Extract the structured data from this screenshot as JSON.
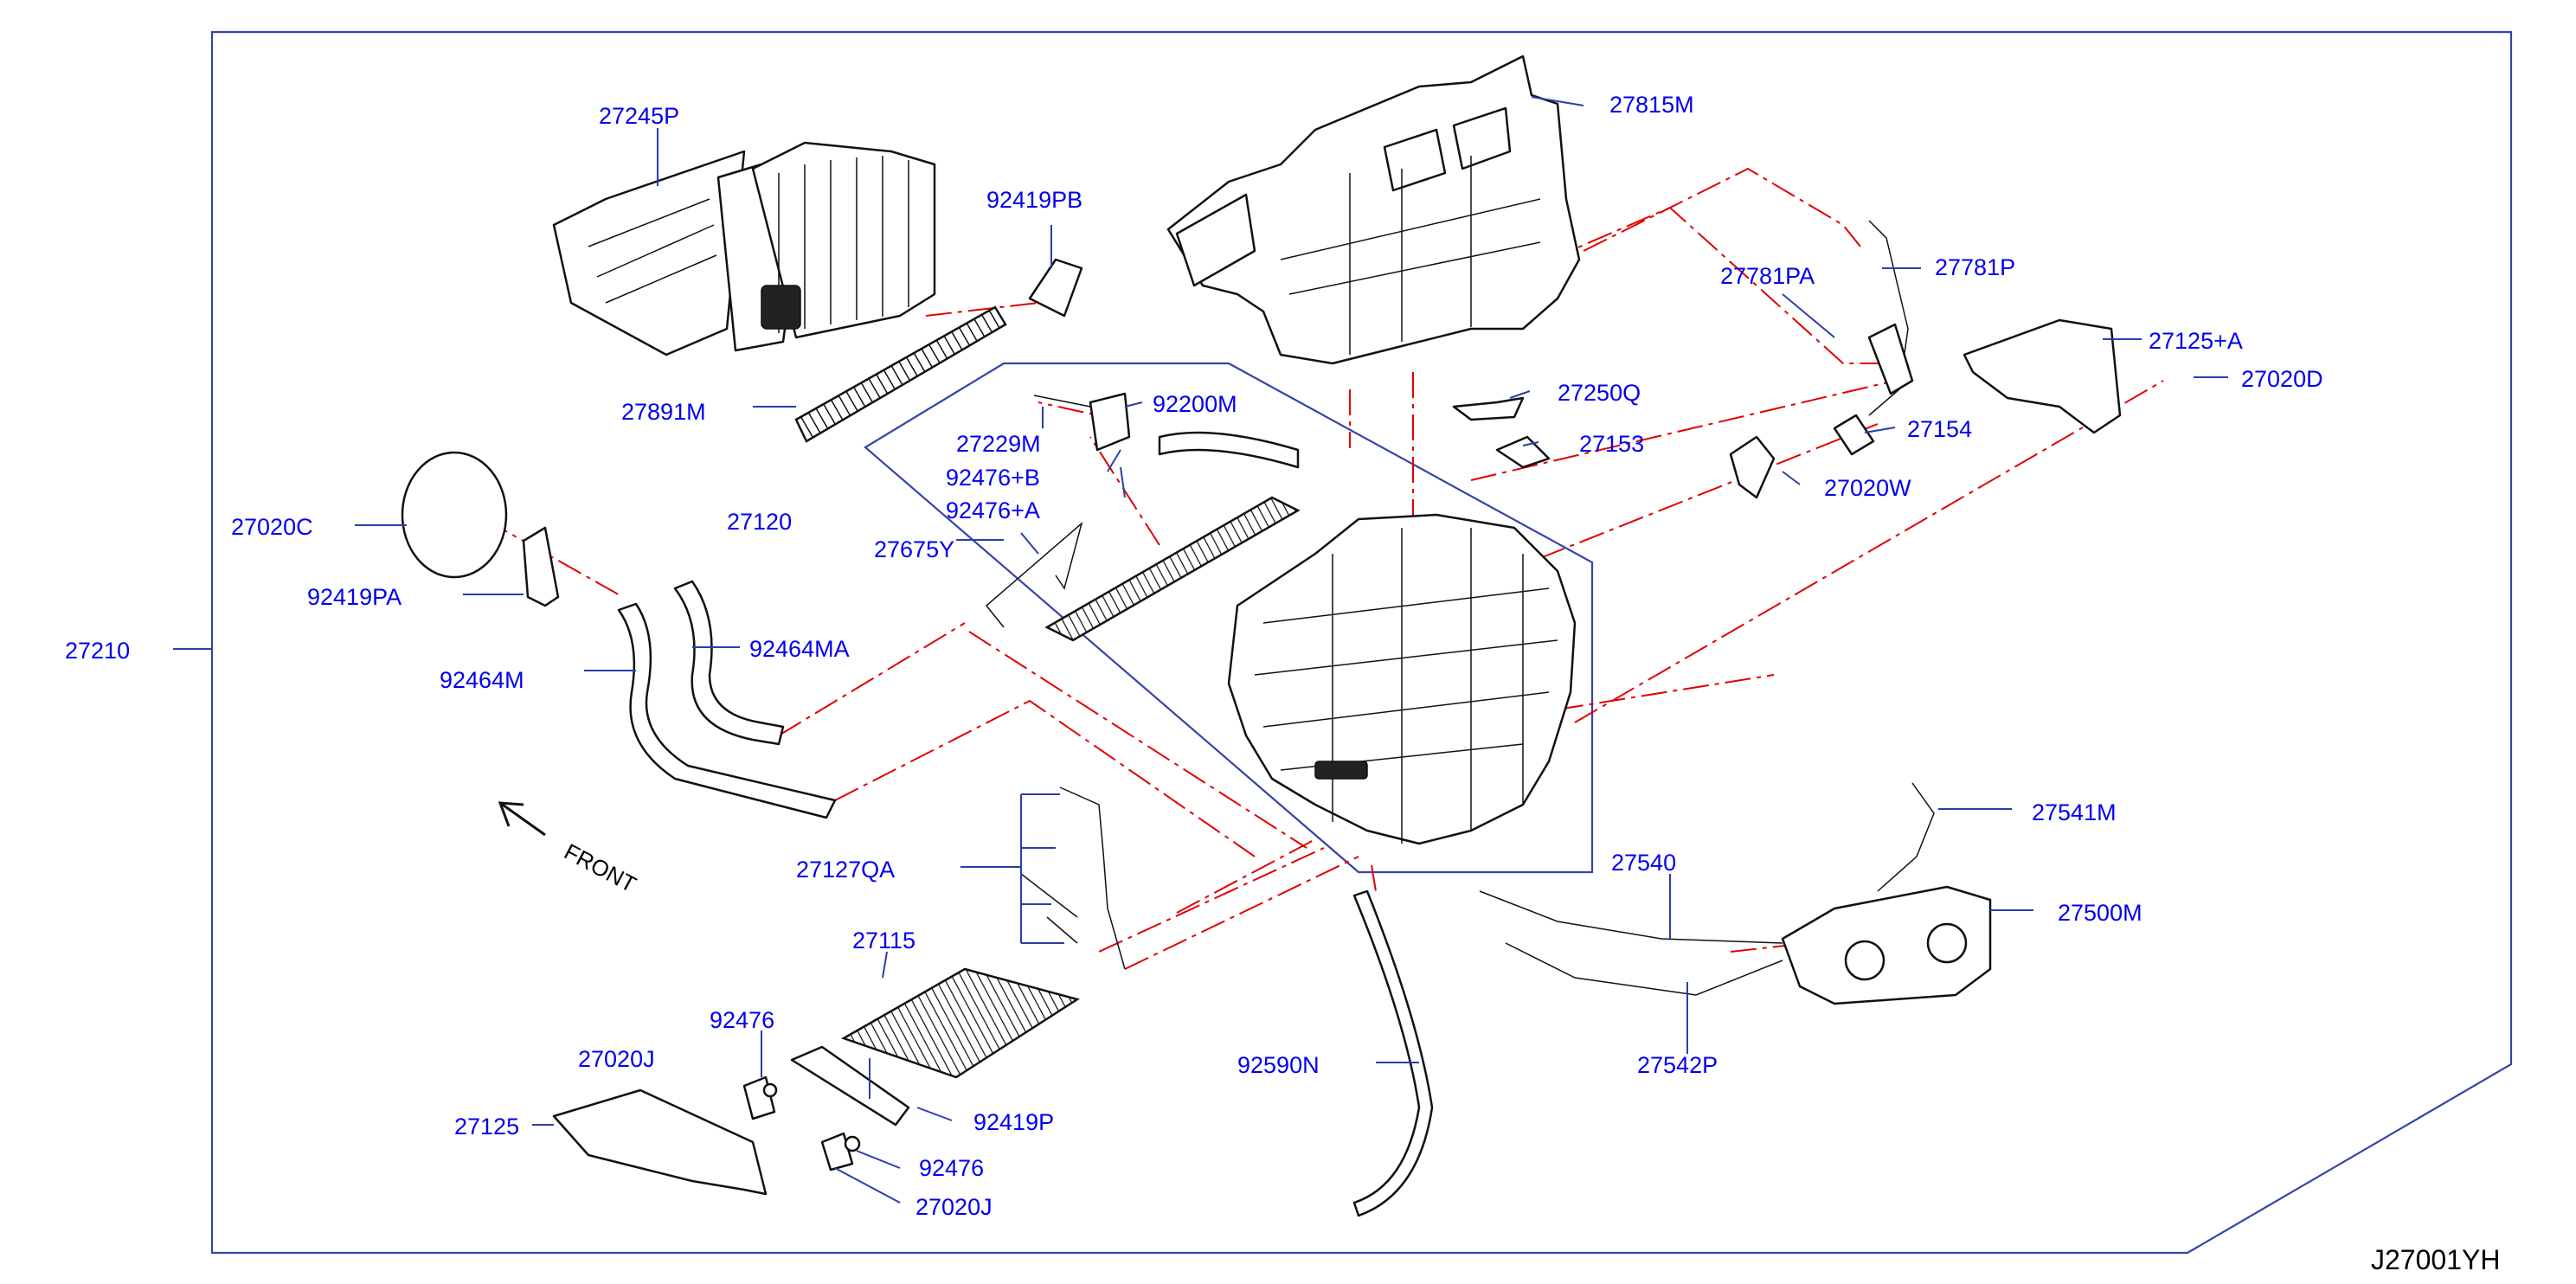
{
  "diagram": {
    "figure_code": "J27001YH",
    "front_label": "FRONT",
    "colors": {
      "label": "#0000ee",
      "leader": "#2a3eaa",
      "centerline": "#e00000",
      "part_stroke": "#111111"
    },
    "part_labels": [
      {
        "id": "27245P",
        "text": "27245P"
      },
      {
        "id": "92419PB",
        "text": "92419PB"
      },
      {
        "id": "27815M",
        "text": "27815M"
      },
      {
        "id": "27781P",
        "text": "27781P"
      },
      {
        "id": "27781PA",
        "text": "27781PA"
      },
      {
        "id": "27125_A",
        "text": "27125+A"
      },
      {
        "id": "27020D",
        "text": "27020D"
      },
      {
        "id": "27891M",
        "text": "27891M"
      },
      {
        "id": "92200M",
        "text": "92200M"
      },
      {
        "id": "27229M",
        "text": "27229M"
      },
      {
        "id": "27250Q",
        "text": "27250Q"
      },
      {
        "id": "27153",
        "text": "27153"
      },
      {
        "id": "27154",
        "text": "27154"
      },
      {
        "id": "92476_B",
        "text": "92476+B"
      },
      {
        "id": "92476_A",
        "text": "92476+A"
      },
      {
        "id": "27020W",
        "text": "27020W"
      },
      {
        "id": "27020C",
        "text": "27020C"
      },
      {
        "id": "27120",
        "text": "27120"
      },
      {
        "id": "27675Y",
        "text": "27675Y"
      },
      {
        "id": "92419PA",
        "text": "92419PA"
      },
      {
        "id": "27210",
        "text": "27210"
      },
      {
        "id": "92464MA",
        "text": "92464MA"
      },
      {
        "id": "92464M",
        "text": "92464M"
      },
      {
        "id": "27541M",
        "text": "27541M"
      },
      {
        "id": "27127QA",
        "text": "27127QA"
      },
      {
        "id": "27540",
        "text": "27540"
      },
      {
        "id": "27500M",
        "text": "27500M"
      },
      {
        "id": "27115",
        "text": "27115"
      },
      {
        "id": "92476_top",
        "text": "92476"
      },
      {
        "id": "27020J_top",
        "text": "27020J"
      },
      {
        "id": "92590N",
        "text": "92590N"
      },
      {
        "id": "27542P",
        "text": "27542P"
      },
      {
        "id": "27125",
        "text": "27125"
      },
      {
        "id": "92419P",
        "text": "92419P"
      },
      {
        "id": "92476_bottom",
        "text": "92476"
      },
      {
        "id": "27020J_bottom",
        "text": "27020J"
      }
    ]
  }
}
